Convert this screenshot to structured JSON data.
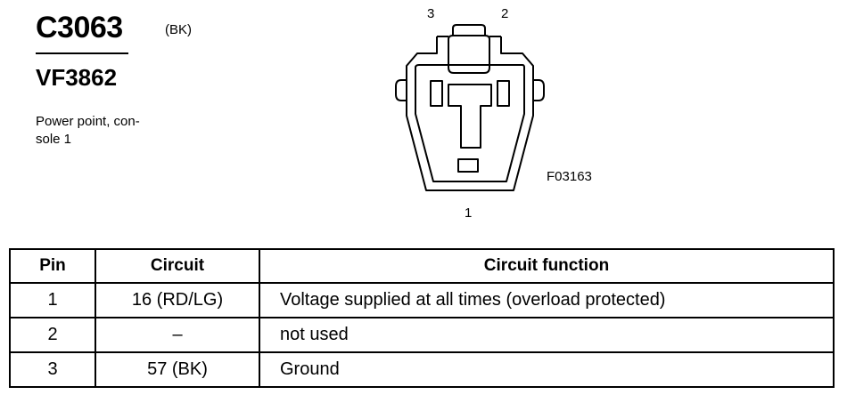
{
  "header": {
    "connector_id": "C3063",
    "color_code": "(BK)",
    "part_number": "VF3862",
    "description": "Power point, con-\nsole 1"
  },
  "diagram": {
    "pin_labels": {
      "pin3": "3",
      "pin2": "2",
      "pin1": "1"
    },
    "figure_code": "F03163"
  },
  "table": {
    "headers": {
      "pin": "Pin",
      "circuit": "Circuit",
      "function": "Circuit function"
    },
    "rows": [
      {
        "pin": "1",
        "circuit": "16 (RD/LG)",
        "function": "Voltage supplied at all times (overload protected)"
      },
      {
        "pin": "2",
        "circuit": "–",
        "function": "not used"
      },
      {
        "pin": "3",
        "circuit": "57 (BK)",
        "function": "Ground"
      }
    ]
  }
}
